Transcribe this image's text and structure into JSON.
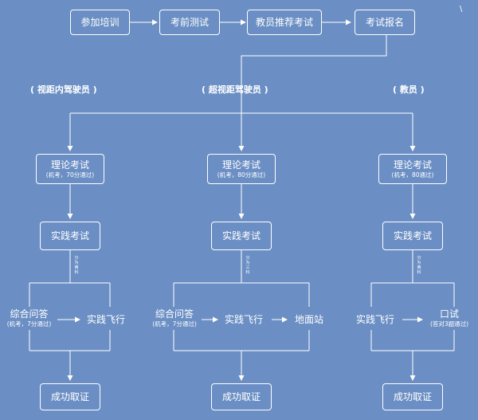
{
  "top": {
    "s1": "参加培训",
    "s2": "考前测试",
    "s3": "教员推荐考试",
    "s4": "考试报名"
  },
  "headers": {
    "c1": "( 视距内驾驶员 )",
    "c2": "( 超视距驾驶员 )",
    "c3": "( 教员 )"
  },
  "col1": {
    "theory": "理论考试",
    "theory_note": "(机考，70分通过)",
    "practice": "实践考试",
    "split": "分为两科",
    "comprehensive": "综合问答",
    "comprehensive_note": "(机考，7分通过)",
    "flight": "实践飞行",
    "cert": "成功取证"
  },
  "col2": {
    "theory": "理论考试",
    "theory_note": "(机考，80分通过)",
    "practice": "实践考试",
    "split": "分为三科",
    "comprehensive": "综合问答",
    "comprehensive_note": "(机考，7分通过)",
    "flight": "实践飞行",
    "ground": "地面站",
    "cert": "成功取证"
  },
  "col3": {
    "theory": "理论考试",
    "theory_note": "(机考，80通过)",
    "practice": "实践考试",
    "split": "分为两科",
    "flight": "实践飞行",
    "oral": "口试",
    "oral_note": "(答对3题通过)",
    "cert": "成功取证"
  },
  "corner_mark": "\\"
}
